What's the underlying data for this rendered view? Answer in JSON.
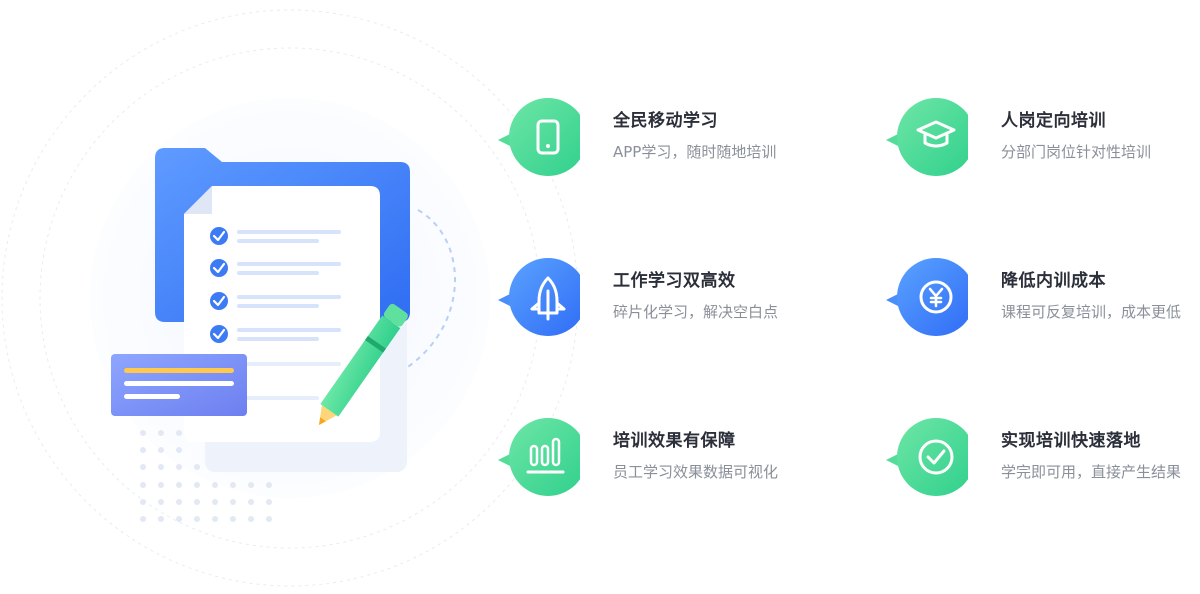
{
  "features": [
    {
      "title": "全民移动学习",
      "desc": "APP学习，随时随地培训",
      "icon": "phone-icon",
      "color": "green"
    },
    {
      "title": "人岗定向培训",
      "desc": "分部门岗位针对性培训",
      "icon": "graduation-cap-icon",
      "color": "green"
    },
    {
      "title": "工作学习双高效",
      "desc": "碎片化学习，解决空白点",
      "icon": "rocket-icon",
      "color": "blue"
    },
    {
      "title": "降低内训成本",
      "desc": "课程可反复培训，成本更低",
      "icon": "yen-coin-icon",
      "color": "blue"
    },
    {
      "title": "培训效果有保障",
      "desc": "员工学习效果数据可视化",
      "icon": "bar-chart-icon",
      "color": "green"
    },
    {
      "title": "实现培训快速落地",
      "desc": "学完即可用，直接产生结果",
      "icon": "check-circle-icon",
      "color": "green"
    }
  ],
  "colors": {
    "green_start": "#6ee6a6",
    "green_end": "#2fcf8c",
    "blue_start": "#5aa2ff",
    "blue_end": "#2f6bf6",
    "title_text": "#2b2f3a",
    "desc_text": "#8a8f99"
  }
}
